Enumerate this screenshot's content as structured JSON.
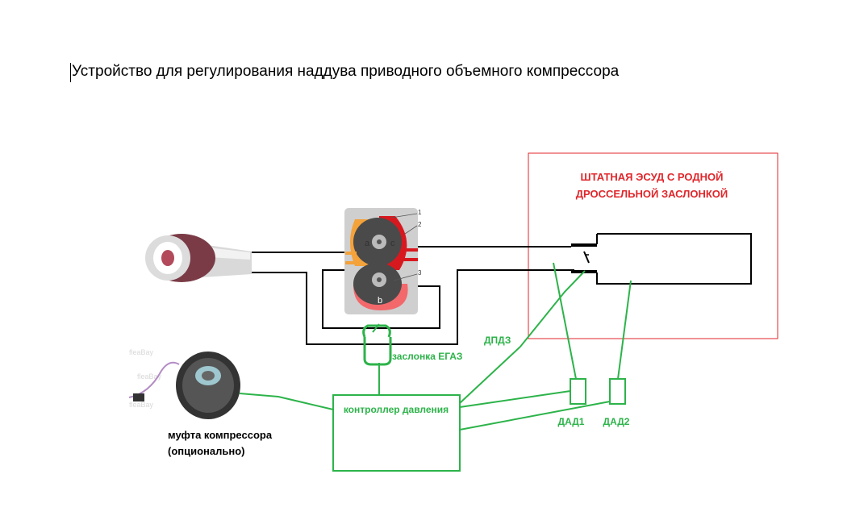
{
  "document": {
    "title": "Устройство для регулирования наддува приводного объемного компрессора"
  },
  "diagram": {
    "ecu_label_line1": "ШТАТНАЯ ЭСУД С РОДНОЙ",
    "ecu_label_line2": "ДРОССЕЛЬНОЙ ЗАСЛОНКОЙ",
    "throttle_label": "заслонка ЕГАЗ",
    "dpdz_label": "ДПДЗ",
    "controller_label": "контроллер давления",
    "dad1_label": "ДАД1",
    "dad2_label": "ДАД2",
    "clutch_label_line1": "муфта компрессора",
    "clutch_label_line2": "(опционально)",
    "rotor_a": "a",
    "rotor_b": "b",
    "rotor_c": "c",
    "callout_1": "1",
    "callout_2": "2",
    "callout_3": "3"
  },
  "colors": {
    "green": "#2db34a",
    "red": "#e0262b",
    "black": "#000000",
    "orange": "#f4a23a",
    "rotor_red": "#d7191f",
    "pink": "#f2686b",
    "gray_panel": "#cfcfcf",
    "rotor_dark": "#4a4a4a"
  }
}
